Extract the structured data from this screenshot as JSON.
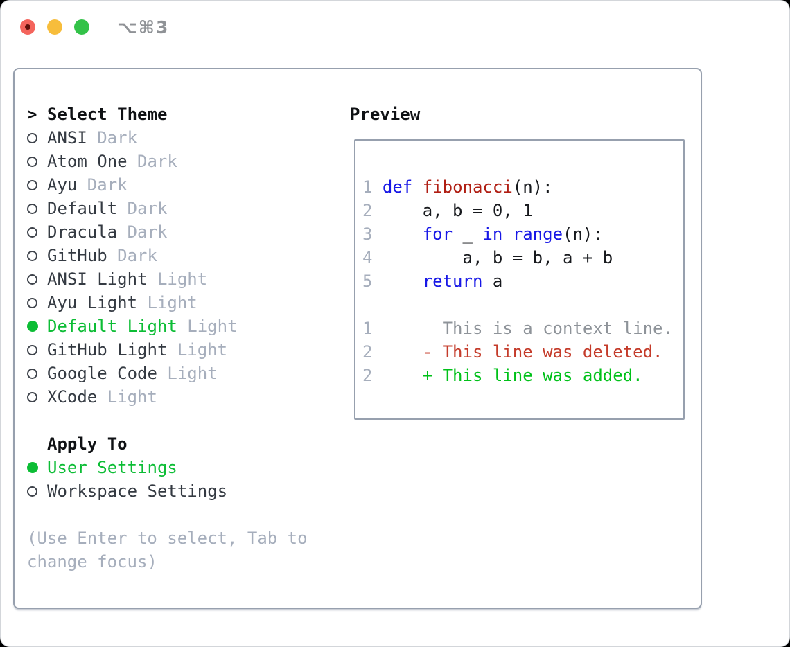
{
  "window": {
    "title": "⌥⌘3"
  },
  "colors": {
    "accent_green": "#0cbd35",
    "keyword": "#1717e6",
    "function": "#b01e13",
    "deleted": "#c43b2a",
    "added": "#00c119",
    "linenum": "#a6aebc",
    "context": "#8e9399",
    "code_text": "#17191d",
    "item_text": "#343a42",
    "heading_text": "#0f1114",
    "muted": "#a6aebc",
    "border": "#97a0ae",
    "title_text": "#8f9296",
    "tl_red": "#f4645c",
    "tl_red_dot": "#60100a",
    "tl_yellow": "#f7bd3b",
    "tl_green": "#33c248"
  },
  "theme_panel": {
    "header": {
      "prefix": ">",
      "label": "Select Theme"
    },
    "items": [
      {
        "name": "ANSI",
        "variant": "Dark",
        "selected": false
      },
      {
        "name": "Atom One",
        "variant": "Dark",
        "selected": false
      },
      {
        "name": "Ayu",
        "variant": "Dark",
        "selected": false
      },
      {
        "name": "Default",
        "variant": "Dark",
        "selected": false
      },
      {
        "name": "Dracula",
        "variant": "Dark",
        "selected": false
      },
      {
        "name": "GitHub",
        "variant": "Dark",
        "selected": false
      },
      {
        "name": "ANSI Light",
        "variant": "Light",
        "selected": false
      },
      {
        "name": "Ayu Light",
        "variant": "Light",
        "selected": false
      },
      {
        "name": "Default Light",
        "variant": "Light",
        "selected": true
      },
      {
        "name": "GitHub Light",
        "variant": "Light",
        "selected": false
      },
      {
        "name": "Google Code",
        "variant": "Light",
        "selected": false
      },
      {
        "name": "XCode",
        "variant": "Light",
        "selected": false
      }
    ],
    "apply_to": {
      "label": "Apply To",
      "options": [
        {
          "name": "User Settings",
          "selected": true
        },
        {
          "name": "Workspace Settings",
          "selected": false
        }
      ]
    },
    "help_text": "(Use Enter to select, Tab to change focus)"
  },
  "preview": {
    "label": "Preview",
    "lines": [
      {
        "segs": [
          [
            "1 ",
            "num"
          ],
          [
            "def",
            "kw"
          ],
          [
            " ",
            "pl"
          ],
          [
            "fibonacci",
            "fn"
          ],
          [
            "(n):",
            "pl"
          ]
        ]
      },
      {
        "segs": [
          [
            "2 ",
            "num"
          ],
          [
            "    a, b = 0, 1",
            "pl"
          ]
        ]
      },
      {
        "segs": [
          [
            "3 ",
            "num"
          ],
          [
            "    ",
            "pl"
          ],
          [
            "for",
            "kw"
          ],
          [
            " _ ",
            "pl"
          ],
          [
            "in",
            "kw"
          ],
          [
            " ",
            "pl"
          ],
          [
            "range",
            "kw"
          ],
          [
            "(n):",
            "pl"
          ]
        ]
      },
      {
        "segs": [
          [
            "4 ",
            "num"
          ],
          [
            "        a, b = b, a + b",
            "pl"
          ]
        ]
      },
      {
        "segs": [
          [
            "5 ",
            "num"
          ],
          [
            "    ",
            "pl"
          ],
          [
            "return",
            "kw"
          ],
          [
            " a",
            "pl"
          ]
        ]
      },
      {
        "segs": []
      },
      {
        "segs": [
          [
            "1 ",
            "num"
          ],
          [
            "      This is a context line.",
            "ctx"
          ]
        ]
      },
      {
        "segs": [
          [
            "2 ",
            "num"
          ],
          [
            "    - This line was deleted.",
            "del"
          ]
        ]
      },
      {
        "segs": [
          [
            "2 ",
            "num"
          ],
          [
            "    + This line was added.",
            "add"
          ]
        ]
      }
    ]
  }
}
